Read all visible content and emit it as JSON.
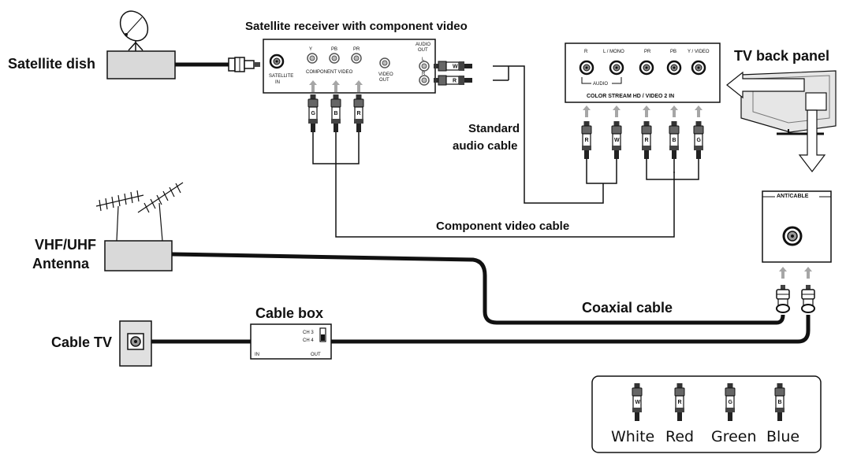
{
  "labels": {
    "satellite_dish": "Satellite dish",
    "receiver_title": "Satellite receiver with component video",
    "tv_back_panel": "TV back panel",
    "standard_audio_cable": [
      "Standard",
      "audio cable"
    ],
    "component_video_cable": "Component video cable",
    "antenna": [
      "VHF/UHF",
      "Antenna"
    ],
    "coaxial_cable": "Coaxial cable",
    "cable_box": "Cable box",
    "cable_tv": "Cable TV"
  },
  "receiver": {
    "satellite_in": [
      "SATELLITE",
      "IN"
    ],
    "component_video": "COMPONENT VIDEO",
    "video_out": [
      "VIDEO",
      "OUT"
    ],
    "audio_out": [
      "AUDIO",
      "OUT"
    ],
    "component_ports": [
      "Y",
      "PB",
      "PR"
    ],
    "audio_ports": [
      "L",
      "R"
    ],
    "plugs": [
      "G",
      "B",
      "R"
    ],
    "audio_plugs": [
      "W",
      "R"
    ]
  },
  "tv_panel": {
    "ports": [
      "R",
      "L / MONO",
      "PR",
      "PB",
      "Y / VIDEO"
    ],
    "audio": "AUDIO",
    "color_stream": "COLOR STREAM HD / VIDEO 2 IN",
    "plugs": [
      "R",
      "W",
      "R",
      "B",
      "G"
    ]
  },
  "ant_cable": "ANT/CABLE",
  "cable_box": {
    "ch3": "CH 3",
    "ch4": "CH 4",
    "in": "IN",
    "out": "OUT"
  },
  "legend": {
    "items": [
      {
        "letter": "W",
        "label": "White"
      },
      {
        "letter": "R",
        "label": "Red"
      },
      {
        "letter": "G",
        "label": "Green"
      },
      {
        "letter": "B",
        "label": "Blue"
      }
    ]
  },
  "colors": {
    "line": "#111111",
    "device_fill": "#d9d9d9",
    "arrow_fill": "#a6a6a6"
  }
}
